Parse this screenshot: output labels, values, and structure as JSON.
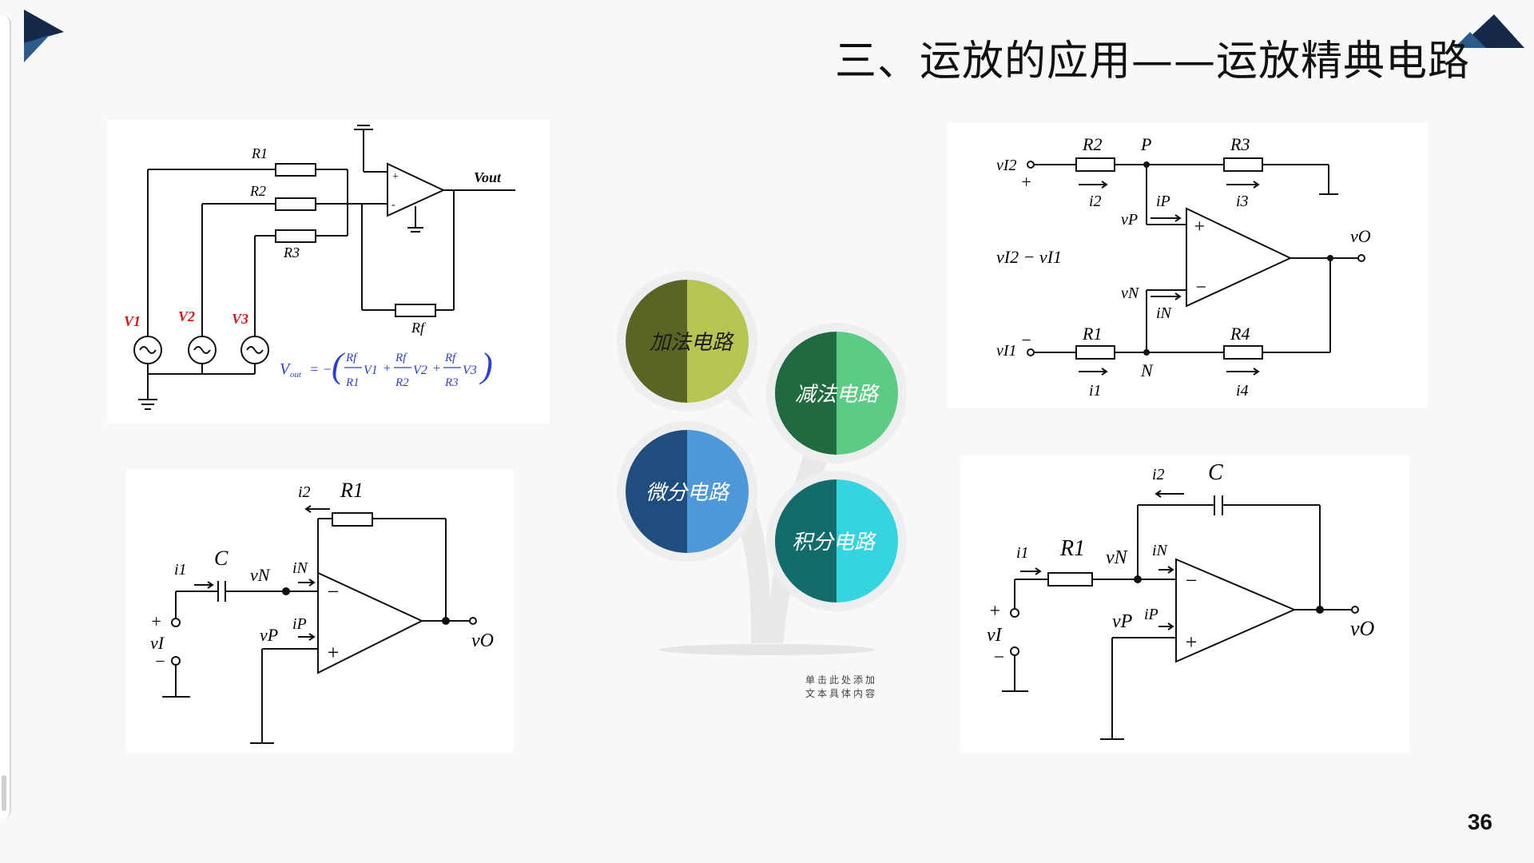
{
  "slide": {
    "title": "三、运放的应用——运放精典电路",
    "page_number": "36",
    "caption_line1": "单击此处添加",
    "caption_line2": "文本具体内容"
  },
  "tree": {
    "items": [
      {
        "label": "加法电路",
        "color_dark": "#5b6424",
        "color_light": "#b7c452"
      },
      {
        "label": "减法电路",
        "color_dark": "#1f6b3f",
        "color_light": "#5ccb84"
      },
      {
        "label": "微分电路",
        "color_dark": "#1f4e7e",
        "color_light": "#4e98d8"
      },
      {
        "label": "积分电路",
        "color_dark": "#146b6b",
        "color_light": "#35d4e0"
      }
    ]
  },
  "adder": {
    "r1": "R1",
    "r2": "R2",
    "r3": "R3",
    "rf": "Rf",
    "v1": "V1",
    "v2": "V2",
    "v3": "V3",
    "vout": "Vout",
    "formula_lhs": "V",
    "formula_lhs_sub": "out",
    "formula_eq": "= −",
    "term1_num": "Rf",
    "term1_den": "R1",
    "term1_var": "V1",
    "term2_num": "Rf",
    "term2_den": "R2",
    "term2_var": "V2",
    "term3_num": "Rf",
    "term3_den": "R3",
    "term3_var": "V3"
  },
  "subtractor": {
    "vi2": "vI2",
    "vi1": "vI1",
    "plus": "+",
    "minus": "−",
    "r1": "R1",
    "r2": "R2",
    "r3": "R3",
    "r4": "R4",
    "p": "P",
    "n": "N",
    "ip": "iP",
    "in": "iN",
    "i1": "i1",
    "i2": "i2",
    "i3": "i3",
    "i4": "i4",
    "vp": "vP",
    "vn": "vN",
    "vo": "vO",
    "diff": "vI2 − vI1"
  },
  "differentiator": {
    "c": "C",
    "r1": "R1",
    "i1": "i1",
    "i2": "i2",
    "in": "iN",
    "ip": "iP",
    "vn": "vN",
    "vp": "vP",
    "vi": "vI",
    "vo": "vO",
    "plus": "+",
    "minus": "−"
  },
  "integrator": {
    "c": "C",
    "r1": "R1",
    "i1": "i1",
    "i2": "i2",
    "in": "iN",
    "ip": "iP",
    "vn": "vN",
    "vp": "vP",
    "vi": "vI",
    "vo": "vO",
    "plus": "+",
    "minus": "−"
  }
}
